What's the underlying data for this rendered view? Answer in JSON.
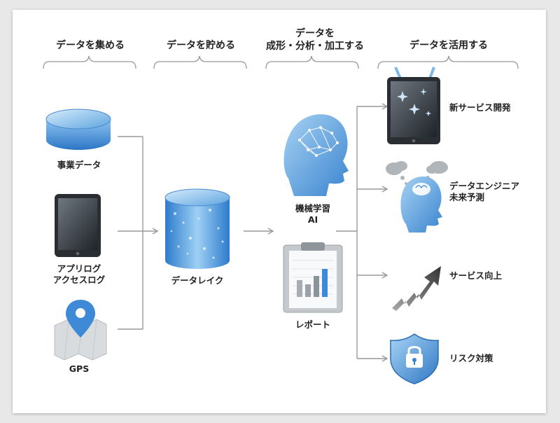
{
  "stages": [
    {
      "title": "データを集める"
    },
    {
      "title": "データを貯める"
    },
    {
      "title_line1": "データを",
      "title_line2": "成形・分析・加工する"
    },
    {
      "title": "データを活用する"
    }
  ],
  "sources": {
    "business": "事業データ",
    "app_line1": "アプリログ",
    "app_line2": "アクセスログ",
    "gps": "GPS"
  },
  "lake": {
    "label": "データレイク"
  },
  "analysis": {
    "ml_line1": "機械学習",
    "ml_line2": "AI",
    "report": "レポート"
  },
  "uses": {
    "new_service": "新サービス開発",
    "engineer_line1": "データエンジニア",
    "engineer_line2": "未来予測",
    "improve": "サービス向上",
    "risk": "リスク対策"
  },
  "colors": {
    "accent_blue": "#4d8fd4",
    "light_blue": "#9cc9f0",
    "arrow_gray": "#9a9a9a",
    "dark_gray": "#444444"
  }
}
